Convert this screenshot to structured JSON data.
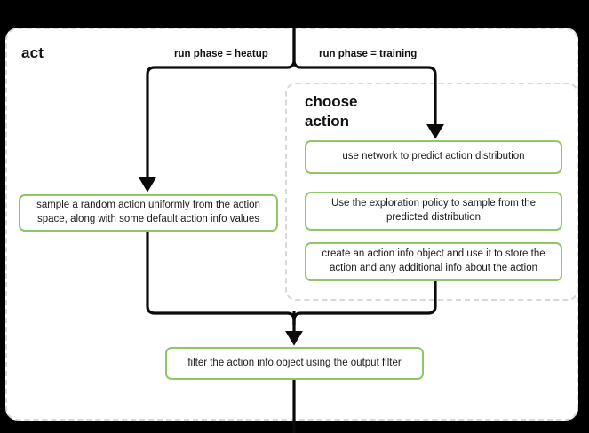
{
  "diagram": {
    "title": "act",
    "type": "flowchart",
    "background_color": "#000000",
    "canvas_color": "#ffffff",
    "node_border_color": "#8ec76a",
    "subgraph_border_color": "#d8d8d8",
    "edge_color": "#0b0b0b"
  },
  "subgraphs": [
    {
      "id": "act",
      "label": "act"
    },
    {
      "id": "choose-action",
      "label": "choose action",
      "label_line1": "choose",
      "label_line2": "action"
    }
  ],
  "nodes": [
    {
      "id": "heatup-sample",
      "label": "sample a random action uniformly from the action space, along with some default action info values"
    },
    {
      "id": "predict-distribution",
      "label": "use network to predict action distribution"
    },
    {
      "id": "exploration-policy",
      "label": "Use the exploration policy to sample from the predicted distribution"
    },
    {
      "id": "create-action-info",
      "label": "create an action info object and use it to store the action and any additional info about the action"
    },
    {
      "id": "filter-action-info",
      "label": "filter the action info object using the output filter"
    }
  ],
  "edges": [
    {
      "id": "edge-heatup",
      "label": "run phase = heatup",
      "from": "split",
      "to": "heatup-sample"
    },
    {
      "id": "edge-training",
      "label": "run phase = training",
      "from": "split",
      "to": "predict-distribution"
    },
    {
      "id": "edge-heatup-to-filter",
      "label": "",
      "from": "heatup-sample",
      "to": "filter-action-info"
    },
    {
      "id": "edge-choose-to-filter",
      "label": "",
      "from": "choose-action",
      "to": "filter-action-info"
    },
    {
      "id": "edge-filter-out",
      "label": "",
      "from": "filter-action-info",
      "to": "exit"
    }
  ]
}
